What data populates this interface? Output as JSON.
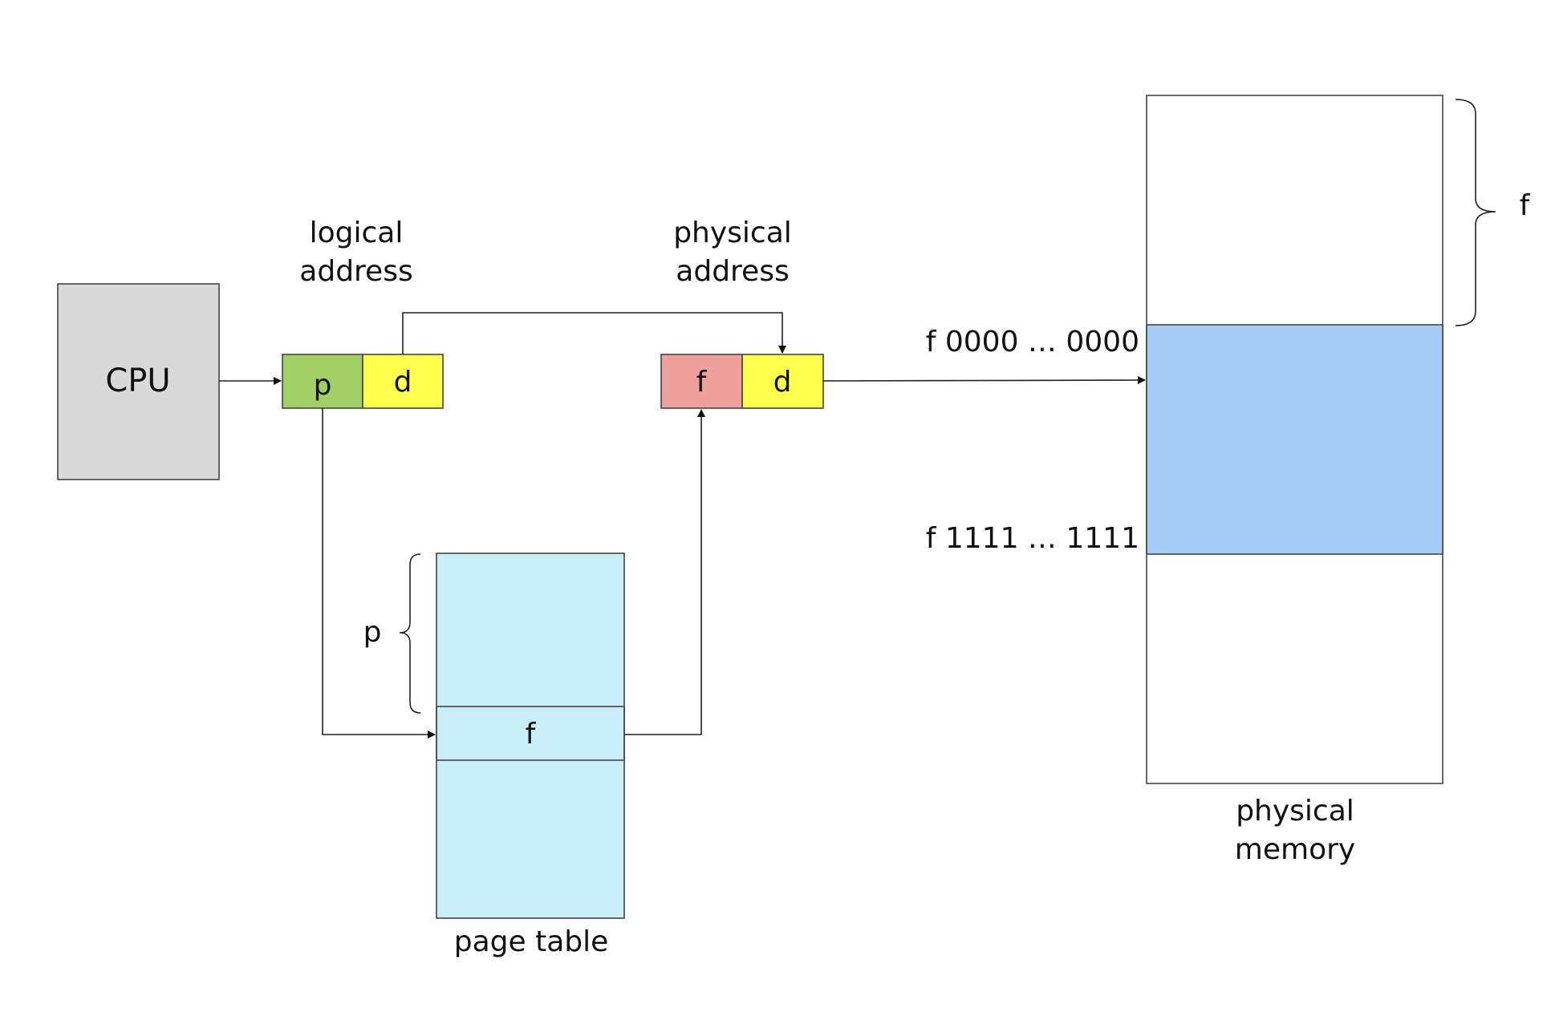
{
  "cpu": {
    "label": "CPU",
    "fill": "#d9d9d9"
  },
  "logical_address": {
    "label_line1": "logical",
    "label_line2": "address",
    "fields": [
      {
        "label": "p",
        "fill": "#a2cf63"
      },
      {
        "label": "d",
        "fill": "#ffff4d"
      }
    ]
  },
  "physical_address": {
    "label_line1": "physical",
    "label_line2": "address",
    "fields": [
      {
        "label": "f",
        "fill": "#f0a09c"
      },
      {
        "label": "d",
        "fill": "#ffff4d"
      }
    ]
  },
  "page_table": {
    "fill": "#c8eef7",
    "entry_label": "f",
    "index_label": "p",
    "caption": "page table"
  },
  "physical_memory": {
    "fill": "#ffffff",
    "frame_fill": "#a6cdf7",
    "frame_label": "f",
    "start_address": "f 0000 … 0000",
    "end_address": "f 1111 … 1111",
    "caption_line1": "physical",
    "caption_line2": "memory"
  }
}
